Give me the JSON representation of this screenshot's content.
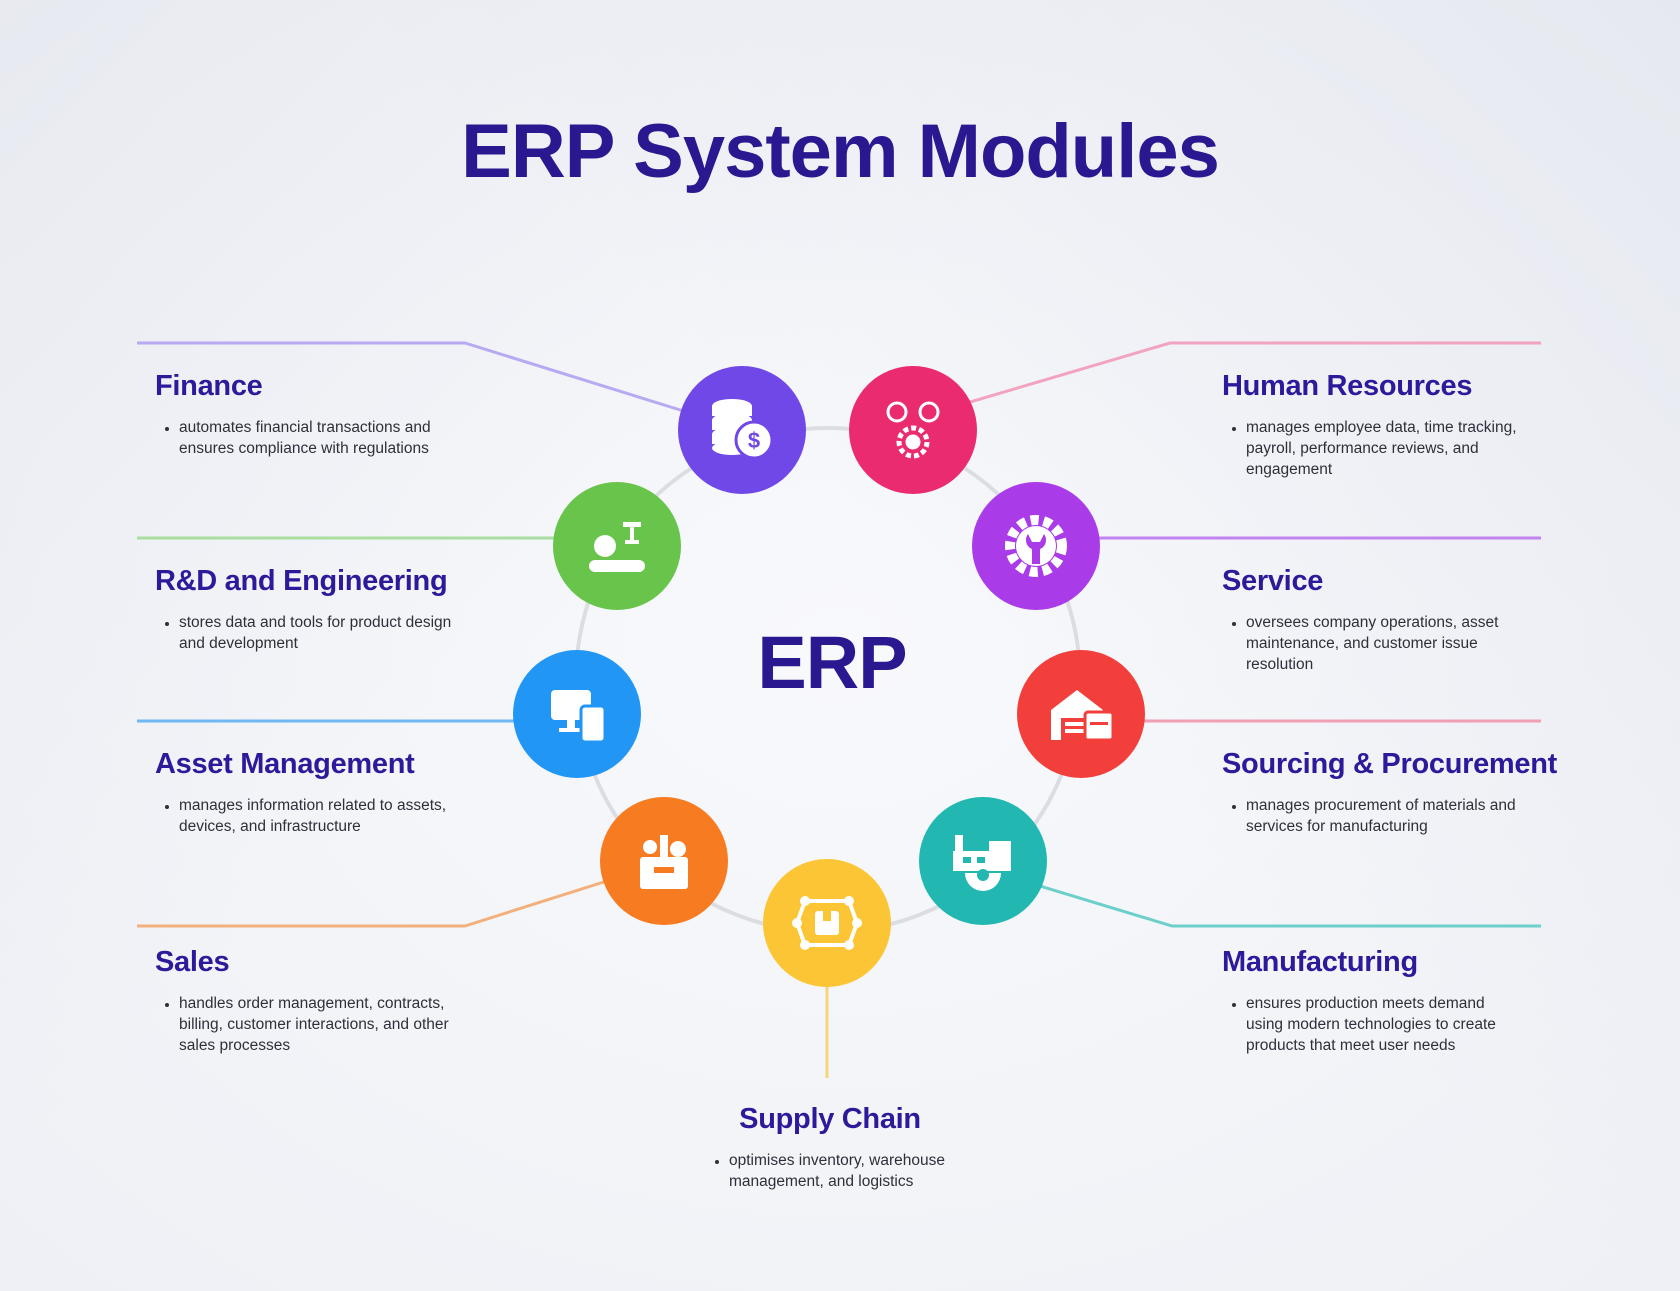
{
  "title": "ERP System Modules",
  "center_label": "ERP",
  "modules": [
    {
      "id": "finance",
      "name": "Finance",
      "description": "automates financial transactions and ensures compliance with regulations",
      "color": "#7048e8",
      "line_color": "#b7a9f2",
      "icon": "coins-dollar-icon"
    },
    {
      "id": "hr",
      "name": "Human Resources",
      "description": "manages employee data, time tracking, payroll, performance reviews, and engagement",
      "color": "#ea2b6f",
      "line_color": "#f2a3bf",
      "icon": "people-gear-icon"
    },
    {
      "id": "rnd",
      "name": "R&D and Engineering",
      "description": "stores data and tools for product design and development",
      "color": "#69c44b",
      "line_color": "#a9dea0",
      "icon": "robot-arm-conveyor-icon"
    },
    {
      "id": "service",
      "name": "Service",
      "description": "oversees company operations, asset maintenance, and customer issue resolution",
      "color": "#a93ce8",
      "line_color": "#c384ef",
      "icon": "gear-wrench-icon"
    },
    {
      "id": "asset",
      "name": "Asset Management",
      "description": "manages information related to assets, devices, and infrastructure",
      "color": "#2196f5",
      "line_color": "#6fb8f2",
      "icon": "devices-icon"
    },
    {
      "id": "sourcing",
      "name": "Sourcing & Procurement",
      "description": "manages procurement of materials and services for manufacturing",
      "color": "#f23f3c",
      "line_color": "#f0a0b4",
      "icon": "warehouse-icon"
    },
    {
      "id": "sales",
      "name": "Sales",
      "description": "handles order management, contracts, billing, customer interactions, and other sales processes",
      "color": "#f77b21",
      "line_color": "#f3b07c",
      "icon": "grocery-box-icon"
    },
    {
      "id": "manufacturing",
      "name": "Manufacturing",
      "description": "ensures production meets demand using modern technologies to create products that meet user needs",
      "color": "#22b8b1",
      "line_color": "#6dcfca",
      "icon": "factory-gear-icon"
    },
    {
      "id": "supply",
      "name": "Supply Chain",
      "description": "optimises inventory, warehouse management, and logistics",
      "color": "#fbc535",
      "line_color": "#f6d679",
      "icon": "package-network-icon"
    }
  ]
}
